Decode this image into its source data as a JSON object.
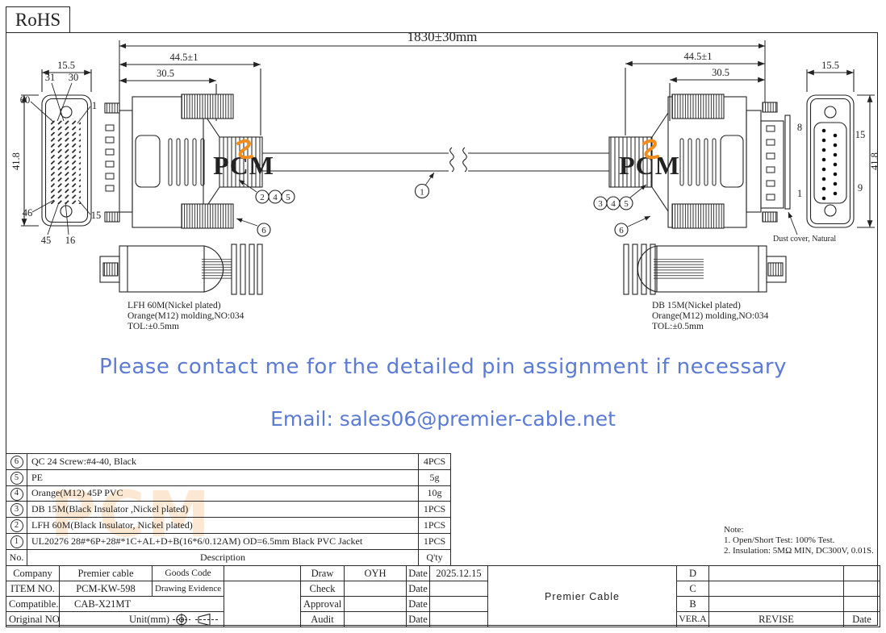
{
  "page": {
    "rohs": "RoHS"
  },
  "watermark": {
    "text": "PCM",
    "color": "#F28C1C"
  },
  "contact": {
    "line1": "Please contact me for the detailed pin assignment if necessary",
    "line2": "Email: sales06@premier-cable.net",
    "color": "#5B7BD5"
  },
  "drawing": {
    "overall_dim": "1830±30mm",
    "cable_callout": "1",
    "left": {
      "dim_a": "44.5±1",
      "dim_b": "30.5",
      "logo": "PCM",
      "callout_a": "2",
      "callout_b": "4",
      "callout_c": "5",
      "callout_d": "6",
      "face": {
        "width": "15.5",
        "height": "41.8",
        "pins": {
          "p31": "31",
          "p30": "30",
          "p60": "60",
          "p1": "1",
          "p46": "46",
          "p15": "15",
          "p45": "45",
          "p16": "16"
        }
      },
      "labels": [
        "LFH 60M(Nickel plated)",
        "Orange(M12) molding,NO:034",
        "TOL:±0.5mm"
      ]
    },
    "right": {
      "dim_a": "44.5±1",
      "dim_b": "30.5",
      "logo": "PCM",
      "callout_a": "3",
      "callout_b": "4",
      "callout_c": "5",
      "callout_d": "6",
      "face": {
        "width": "15.5",
        "height": "41.8",
        "pins": {
          "p8": "8",
          "p1": "1",
          "p15": "15",
          "p9": "9"
        },
        "dust_cover": "Dust cover, Natural"
      },
      "labels": [
        "DB 15M(Nickel plated)",
        "Orange(M12) molding,NO:034",
        "TOL:±0.5mm"
      ]
    }
  },
  "bom": {
    "rows": [
      {
        "no": "6",
        "description": "QC 24 Screw:#4-40, Black",
        "qty": "4PCS"
      },
      {
        "no": "5",
        "description": "PE",
        "qty": "5g"
      },
      {
        "no": "4",
        "description": "Orange(M12) 45P PVC",
        "qty": "10g"
      },
      {
        "no": "3",
        "description": "DB 15M(Black Insulator ,Nickel plated)",
        "qty": "1PCS"
      },
      {
        "no": "2",
        "description": "LFH 60M(Black Insulator, Nickel plated)",
        "qty": "1PCS"
      },
      {
        "no": "1",
        "description": "UL20276 28#*6P+28#*1C+AL+D+B(16*6/0.12AM) OD=6.5mm Black PVC Jacket",
        "qty": "1PCS"
      }
    ],
    "footer": {
      "no": "No.",
      "description": "Description",
      "qty": "Q'ty"
    }
  },
  "note": {
    "title": "Note:",
    "lines": [
      "1. Open/Short Test: 100% Test.",
      "2. Insulation: 5MΩ MIN, DC300V, 0.01S."
    ]
  },
  "title_block": {
    "r1": {
      "c1": "Company",
      "c2": "Premier cable",
      "c3": "Goods Code",
      "c5": "Draw",
      "c6": "OYH",
      "c7": "Date",
      "c8": "2025.12.15",
      "rev": "D"
    },
    "r2": {
      "c1": "ITEM NO.",
      "c2": "PCM-KW-598",
      "c3": "Drawing Evidence",
      "c5": "Check",
      "c7": "Date",
      "rev": "C"
    },
    "r3": {
      "c1": "Compatible.",
      "c2": "CAB-X21MT",
      "c5": "Approval",
      "c7": "Date",
      "rev": "B"
    },
    "r4": {
      "c1": "Original NO.",
      "unit": "Unit(mm)",
      "c5": "Audit",
      "c7": "Date",
      "rev": "VER.A",
      "revise": "REVISE",
      "date": "Date"
    },
    "company_big": "Premier Cable"
  }
}
